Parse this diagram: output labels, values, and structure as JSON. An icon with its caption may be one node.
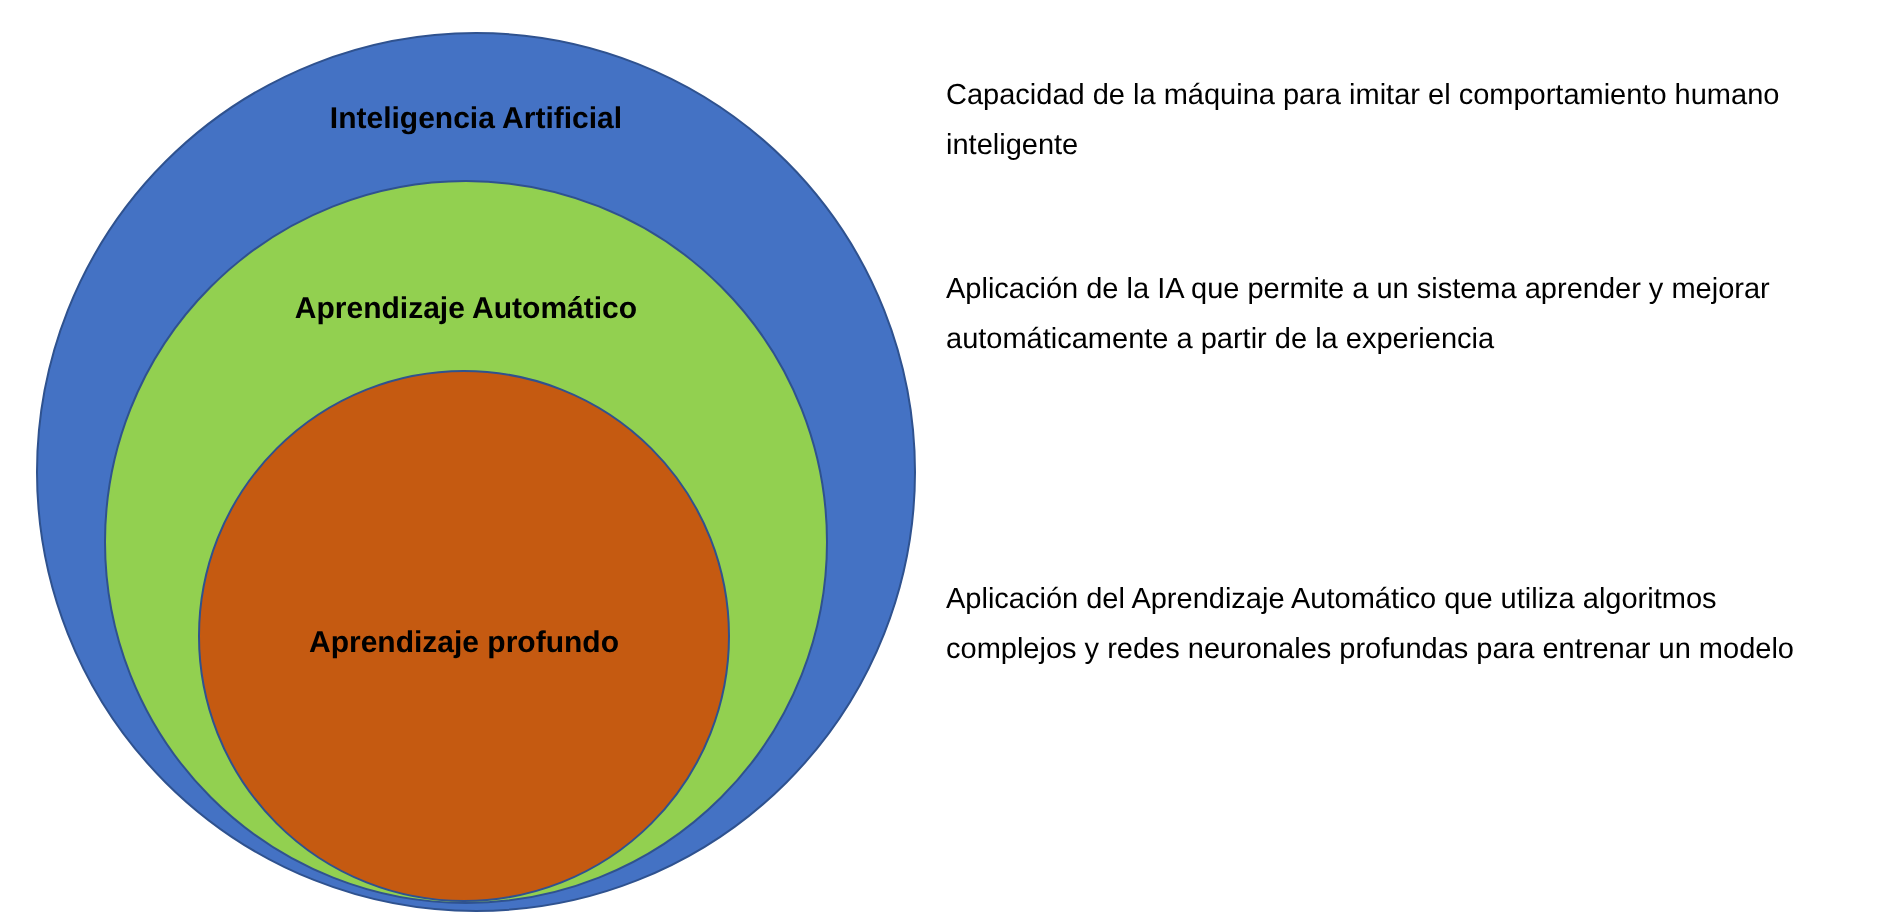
{
  "diagram": {
    "nodes": [
      {
        "text": [
          "Inteligencia Artificial"
        ]
      },
      {
        "text": [
          "Aprendizaje Automático"
        ],
        "in": 0
      },
      {
        "text": [
          "Aprendizaje profundo"
        ],
        "in": 1
      }
    ],
    "labels": [
      "Capacidad de la máquina para imitar el comportamiento humano inteligente",
      "Aplicación de la IA que permite a un sistema aprender y mejorar automáticamente a partir de la experiencia",
      "Aplicación del Aprendizaje Automático que utiliza algoritmos complejos y redes neuronales profundas para entrenar un modelo"
    ]
  }
}
